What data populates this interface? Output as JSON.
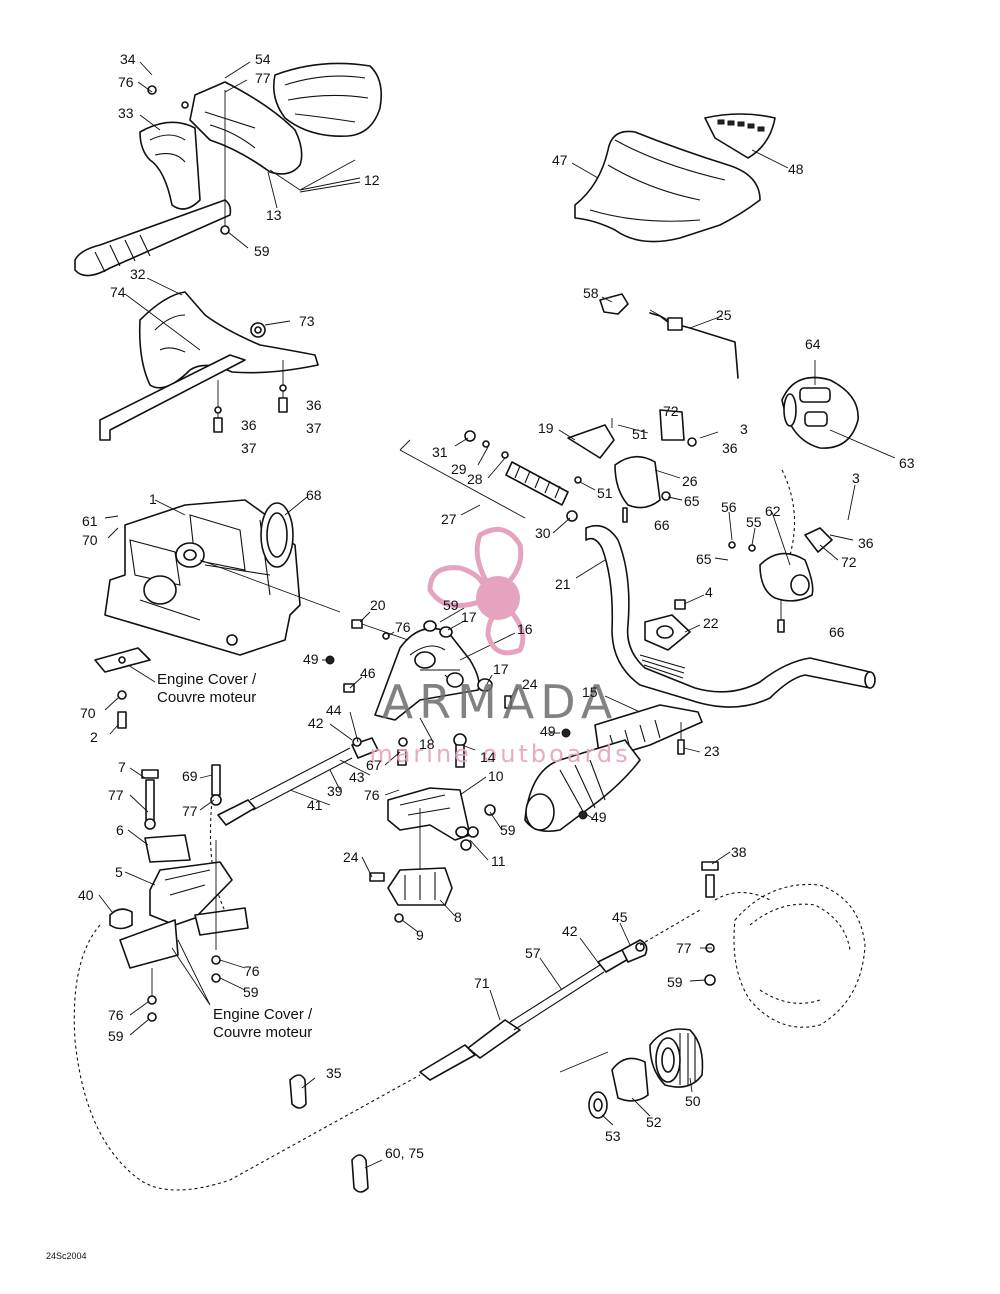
{
  "callouts": [
    {
      "id": "c34",
      "text": "34"
    },
    {
      "id": "c54",
      "text": "54"
    },
    {
      "id": "c76a",
      "text": "76"
    },
    {
      "id": "c77a",
      "text": "77"
    },
    {
      "id": "c33",
      "text": "33"
    },
    {
      "id": "c12",
      "text": "12"
    },
    {
      "id": "c13",
      "text": "13"
    },
    {
      "id": "c59a",
      "text": "59"
    },
    {
      "id": "c47",
      "text": "47"
    },
    {
      "id": "c48",
      "text": "48"
    },
    {
      "id": "c32",
      "text": "32"
    },
    {
      "id": "c74",
      "text": "74"
    },
    {
      "id": "c73",
      "text": "73"
    },
    {
      "id": "c36a",
      "text": "36"
    },
    {
      "id": "c36b",
      "text": "36"
    },
    {
      "id": "c37a",
      "text": "37"
    },
    {
      "id": "c37b",
      "text": "37"
    },
    {
      "id": "c58",
      "text": "58"
    },
    {
      "id": "c25",
      "text": "25"
    },
    {
      "id": "c64",
      "text": "64"
    },
    {
      "id": "c63",
      "text": "63"
    },
    {
      "id": "c19",
      "text": "19"
    },
    {
      "id": "c51a",
      "text": "51"
    },
    {
      "id": "c72a",
      "text": "72"
    },
    {
      "id": "c3a",
      "text": "3"
    },
    {
      "id": "c36c",
      "text": "36"
    },
    {
      "id": "c31",
      "text": "31"
    },
    {
      "id": "c29",
      "text": "29"
    },
    {
      "id": "c28",
      "text": "28"
    },
    {
      "id": "c26",
      "text": "26"
    },
    {
      "id": "c51b",
      "text": "51"
    },
    {
      "id": "c65a",
      "text": "65"
    },
    {
      "id": "c66a",
      "text": "66"
    },
    {
      "id": "c27",
      "text": "27"
    },
    {
      "id": "c1",
      "text": "1"
    },
    {
      "id": "c68",
      "text": "68"
    },
    {
      "id": "c61",
      "text": "61"
    },
    {
      "id": "c70a",
      "text": "70"
    },
    {
      "id": "c30",
      "text": "30"
    },
    {
      "id": "c21",
      "text": "21"
    },
    {
      "id": "c3b",
      "text": "3"
    },
    {
      "id": "c56",
      "text": "56"
    },
    {
      "id": "c55",
      "text": "55"
    },
    {
      "id": "c62",
      "text": "62"
    },
    {
      "id": "c36d",
      "text": "36"
    },
    {
      "id": "c65b",
      "text": "65"
    },
    {
      "id": "c72b",
      "text": "72"
    },
    {
      "id": "c4",
      "text": "4"
    },
    {
      "id": "c22",
      "text": "22"
    },
    {
      "id": "c66b",
      "text": "66"
    },
    {
      "id": "c20",
      "text": "20"
    },
    {
      "id": "c59b",
      "text": "59"
    },
    {
      "id": "c17a",
      "text": "17"
    },
    {
      "id": "c76b",
      "text": "76"
    },
    {
      "id": "c16",
      "text": "16"
    },
    {
      "id": "c49a",
      "text": "49"
    },
    {
      "id": "c46",
      "text": "46"
    },
    {
      "id": "c17b",
      "text": "17"
    },
    {
      "id": "c24a",
      "text": "24"
    },
    {
      "id": "c70b",
      "text": "70"
    },
    {
      "id": "c2",
      "text": "2"
    },
    {
      "id": "c15",
      "text": "15"
    },
    {
      "id": "c42a",
      "text": "42"
    },
    {
      "id": "c44",
      "text": "44"
    },
    {
      "id": "c18",
      "text": "18"
    },
    {
      "id": "c49b",
      "text": "49"
    },
    {
      "id": "c14",
      "text": "14"
    },
    {
      "id": "c23",
      "text": "23"
    },
    {
      "id": "c7",
      "text": "7"
    },
    {
      "id": "c69",
      "text": "69"
    },
    {
      "id": "c67",
      "text": "67"
    },
    {
      "id": "c43",
      "text": "43"
    },
    {
      "id": "c77b",
      "text": "77"
    },
    {
      "id": "c77c",
      "text": "77"
    },
    {
      "id": "c39",
      "text": "39"
    },
    {
      "id": "c76c",
      "text": "76"
    },
    {
      "id": "c10",
      "text": "10"
    },
    {
      "id": "c41",
      "text": "41"
    },
    {
      "id": "c49c",
      "text": "49"
    },
    {
      "id": "c6",
      "text": "6"
    },
    {
      "id": "c59c",
      "text": "59"
    },
    {
      "id": "c11",
      "text": "11"
    },
    {
      "id": "c24b",
      "text": "24"
    },
    {
      "id": "c5",
      "text": "5"
    },
    {
      "id": "c38",
      "text": "38"
    },
    {
      "id": "c40",
      "text": "40"
    },
    {
      "id": "c8",
      "text": "8"
    },
    {
      "id": "c9",
      "text": "9"
    },
    {
      "id": "c45",
      "text": "45"
    },
    {
      "id": "c42b",
      "text": "42"
    },
    {
      "id": "c57",
      "text": "57"
    },
    {
      "id": "c77d",
      "text": "77"
    },
    {
      "id": "c76d",
      "text": "76"
    },
    {
      "id": "c59d",
      "text": "59"
    },
    {
      "id": "c59e",
      "text": "59"
    },
    {
      "id": "c71",
      "text": "71"
    },
    {
      "id": "c76e",
      "text": "76"
    },
    {
      "id": "c59f",
      "text": "59"
    },
    {
      "id": "c35",
      "text": "35"
    },
    {
      "id": "c50",
      "text": "50"
    },
    {
      "id": "c53",
      "text": "53"
    },
    {
      "id": "c52",
      "text": "52"
    },
    {
      "id": "c6075",
      "text": "60, 75"
    }
  ],
  "captions": {
    "engine_cover_1_line1": "Engine Cover /",
    "engine_cover_1_line2": "Couvre moteur",
    "engine_cover_2_line1": "Engine Cover /",
    "engine_cover_2_line2": "Couvre moteur"
  },
  "watermark": {
    "brand": "ARMADA",
    "tagline": "marine outboards",
    "logo_color": "#e6a3c0",
    "text_color": "#6d6d6d"
  },
  "figure_code": "24Sc2004"
}
